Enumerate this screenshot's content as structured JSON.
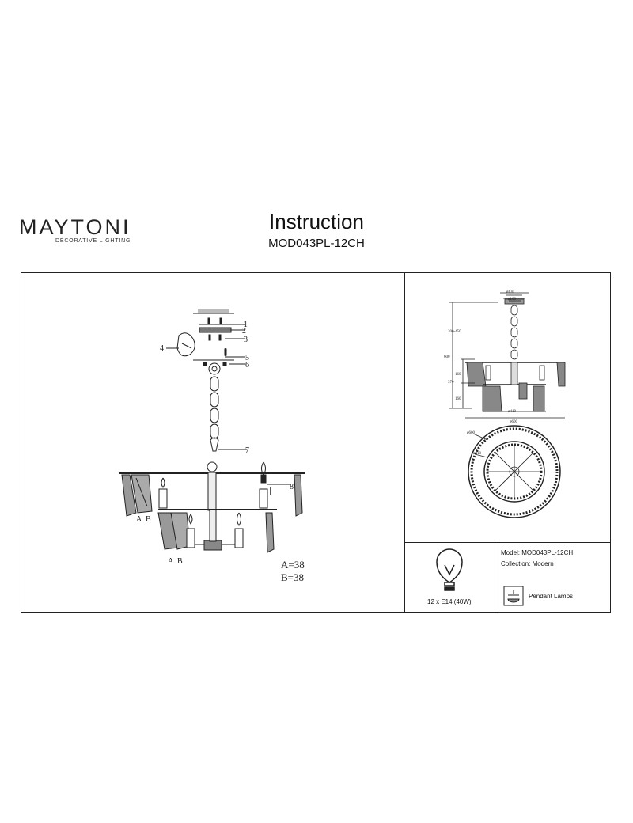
{
  "header": {
    "brand_name": "MAYTONI",
    "brand_tagline": "DECORATIVE LIGHTING",
    "title": "Instruction",
    "model_code": "MOD043PL-12CH"
  },
  "assembly": {
    "callouts": [
      "1",
      "2",
      "3",
      "4",
      "5",
      "6",
      "7",
      "8"
    ],
    "crystal_labels": [
      "A",
      "B",
      "A",
      "B"
    ],
    "counts": [
      "A=38",
      "B=38"
    ]
  },
  "dimensions": {
    "top_d1": "ø130",
    "top_d2": "ø100",
    "chain_range": "200-450",
    "total_height": "600",
    "tier1_h": "160",
    "tier_total": "370",
    "tier2_h": "160",
    "inner_width": "ø410",
    "outer_width": "ø600",
    "plan_outer": "ø600",
    "plan_inner": "ø410"
  },
  "bulb": {
    "spec": "12 x E14 (40W)"
  },
  "info": {
    "model": "Model: MOD043PL-12CH",
    "collection": "Collection: Modern",
    "type": "Pendant Lamps"
  }
}
